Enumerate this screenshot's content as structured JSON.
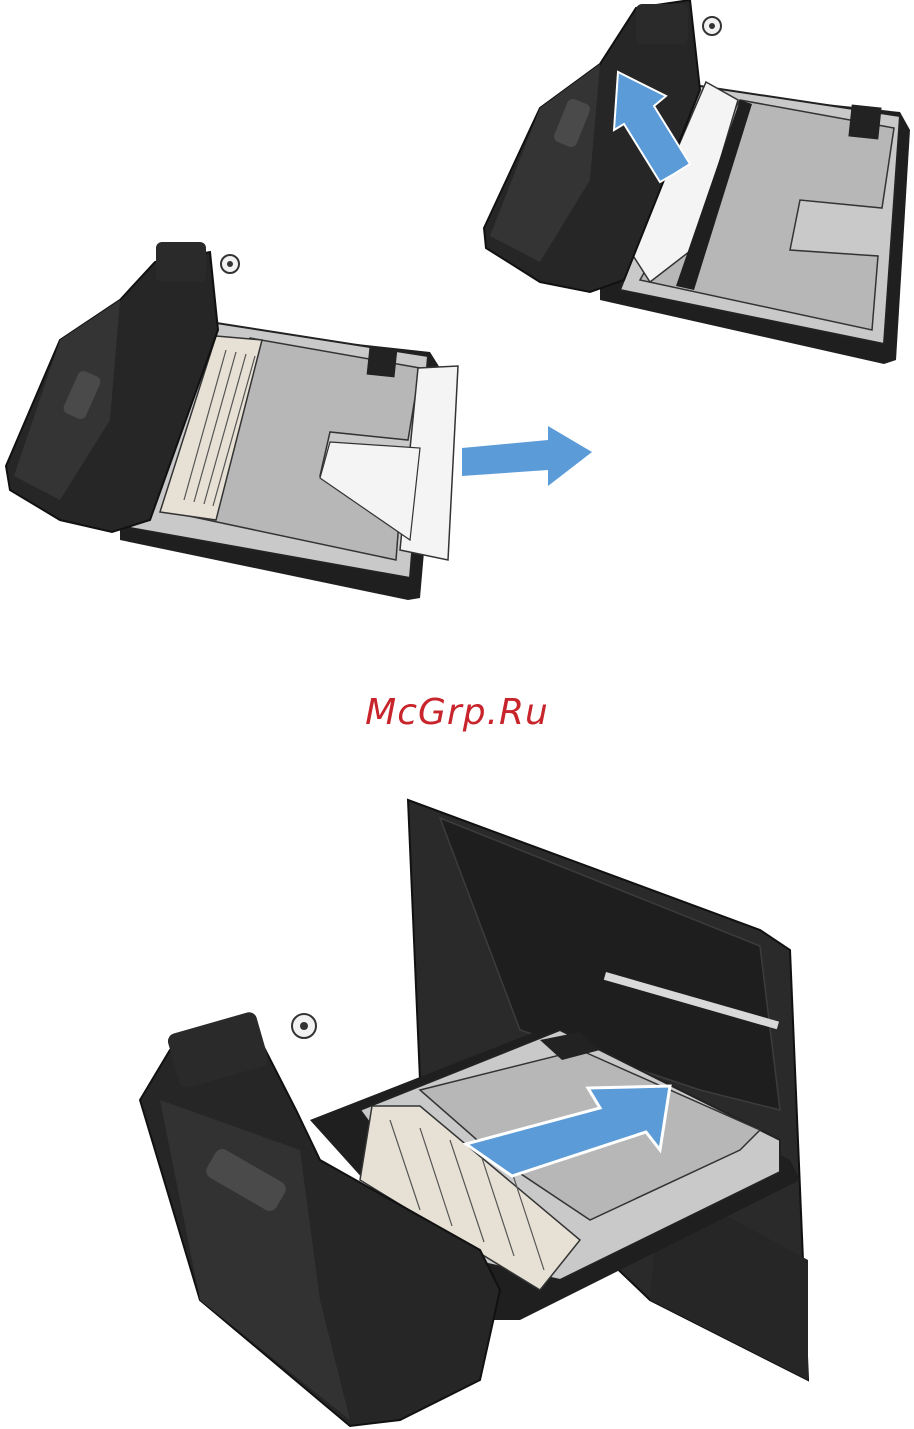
{
  "watermark": {
    "text": "McGrp.Ru",
    "color": "#c8242b"
  },
  "colors": {
    "printer_body": "#262626",
    "printer_body_shade": "#3a3a3a",
    "tray_metal": "#c8c8c8",
    "tray_metal_dark": "#a9a9a9",
    "paper": "#f4f4f4",
    "guides": "#e6e0d4",
    "arrow": "#5a9bd8"
  },
  "figures": [
    {
      "name": "duplexer-paper-pulled-out",
      "arrow": "arrow-right-icon"
    },
    {
      "name": "duplexer-paper-lifted",
      "arrow": "arrow-up-left-icon"
    },
    {
      "name": "duplexer-reinserted-into-printer",
      "arrow": "arrow-up-right-icon"
    }
  ]
}
